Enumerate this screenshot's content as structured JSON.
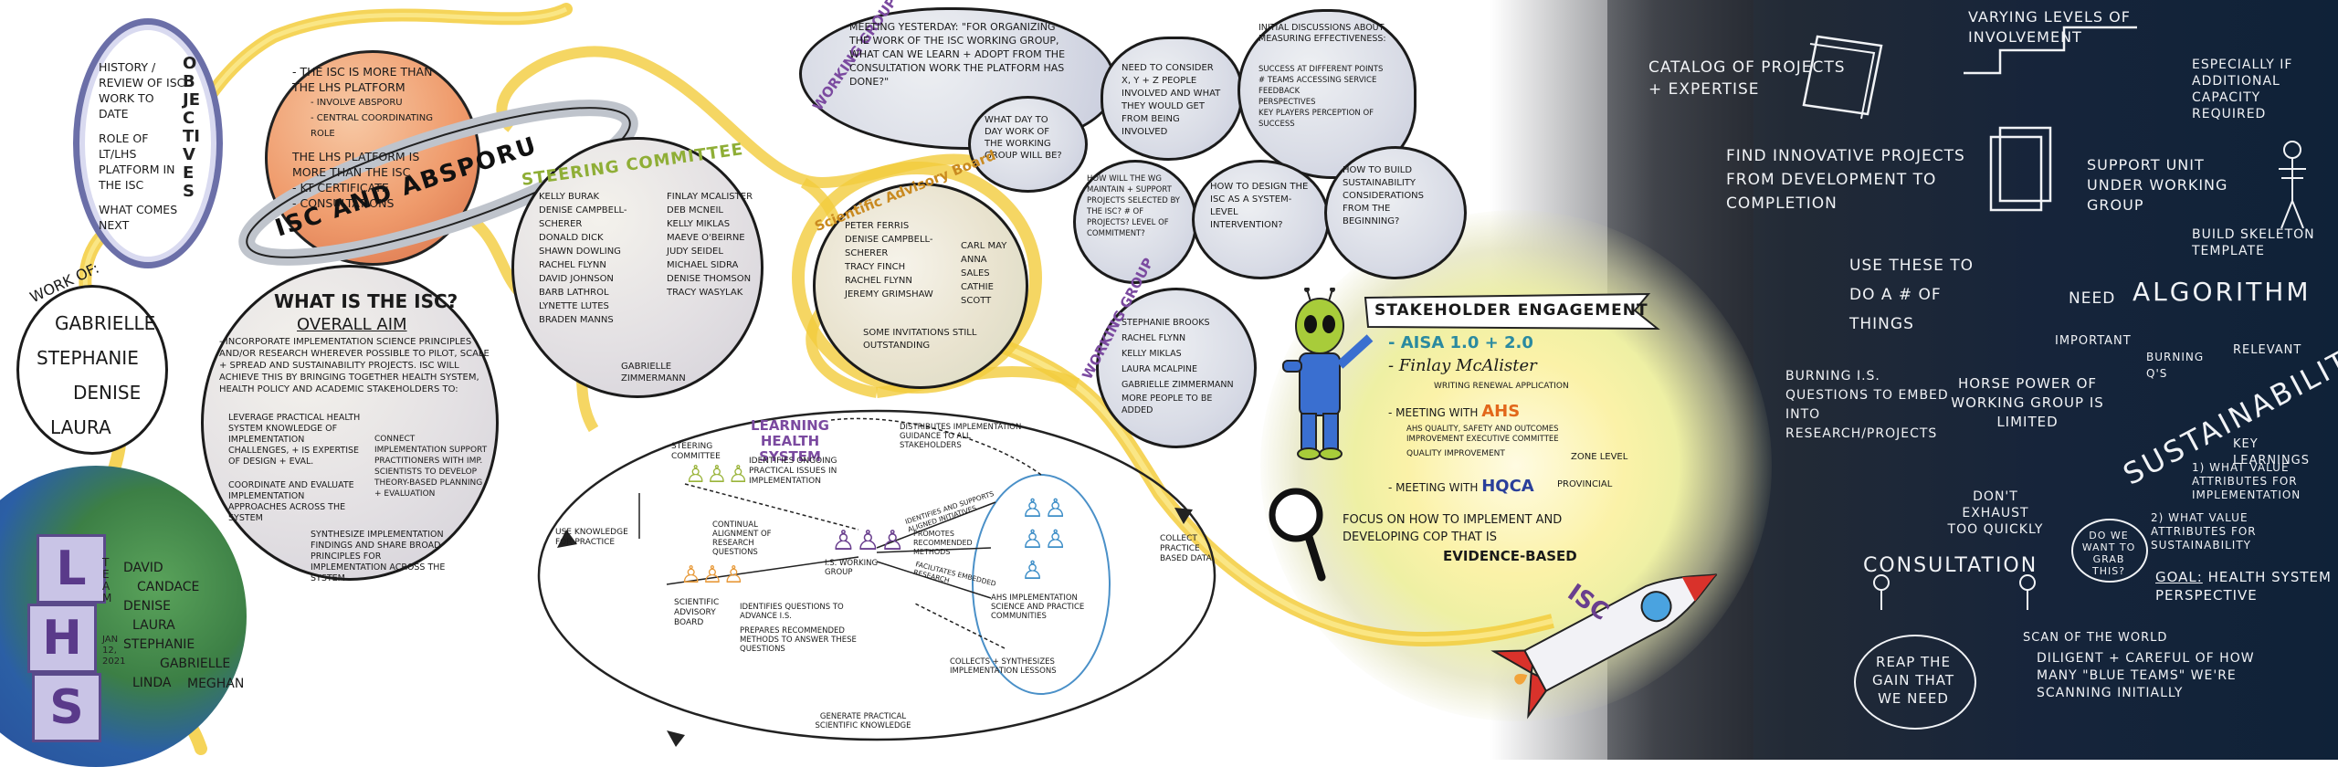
{
  "objectives": {
    "label": "OBJECTIVES",
    "items": [
      "HISTORY / REVIEW OF ISC WORK TO DATE",
      "ROLE OF LT/LHS PLATFORM IN THE ISC",
      "WHAT COMES NEXT"
    ]
  },
  "planet": {
    "ring_text": "ISC AND ABSPORU",
    "lines": [
      "- THE ISC IS MORE THAN THE LHS PLATFORM",
      "- INVOLVE ABSPORU",
      "- CENTRAL COORDINATING ROLE",
      "THE LHS PLATFORM IS MORE THAN THE ISC",
      "- KT CERTIFICATE",
      "- CONSULTATIONS"
    ]
  },
  "work_of": {
    "label": "WORK OF:",
    "names": [
      "GABRIELLE",
      "STEPHANIE",
      "DENISE",
      "LAURA"
    ]
  },
  "lhs_team": {
    "blocks": [
      "L",
      "H",
      "S"
    ],
    "team_label": "TEAM",
    "date": "JAN 12, 2021",
    "names": [
      "DAVID",
      "CANDACE",
      "DENISE",
      "LAURA",
      "STEPHANIE",
      "GABRIELLE",
      "LINDA",
      "MEGHAN"
    ]
  },
  "what_is_isc": {
    "title": "WHAT IS THE ISC?",
    "subtitle": "OVERALL AIM",
    "aim": "- INCORPORATE IMPLEMENTATION SCIENCE PRINCIPLES AND/OR RESEARCH WHEREVER POSSIBLE TO PILOT, SCALE + SPREAD AND SUSTAINABILITY PROJECTS. ISC WILL ACHIEVE THIS BY BRINGING TOGETHER HEALTH SYSTEM, HEALTH POLICY AND ACADEMIC STAKEHOLDERS TO:",
    "left_bullets": [
      "LEVERAGE PRACTICAL HEALTH SYSTEM KNOWLEDGE OF IMPLEMENTATION CHALLENGES, + IS EXPERTISE OF DESIGN + EVAL.",
      "COORDINATE AND EVALUATE IMPLEMENTATION APPROACHES ACROSS THE SYSTEM"
    ],
    "right_bullets": [
      "CONNECT IMPLEMENTATION SUPPORT PRACTITIONERS WITH IMP. SCIENTISTS TO DEVELOP THEORY-BASED PLANNING + EVALUATION"
    ],
    "bottom_bullet": "SYNTHESIZE IMPLEMENTATION FINDINGS AND SHARE BROAD PRINCIPLES FOR IMPLEMENTATION ACROSS THE SYSTEM"
  },
  "steering": {
    "title": "STEERING COMMITTEE",
    "col1": [
      "KELLY BURAK",
      "DENISE CAMPBELL-SCHERER",
      "DONALD DICK",
      "SHAWN DOWLING",
      "RACHEL FLYNN",
      "DAVID JOHNSON",
      "BARB LATHROL",
      "LYNETTE LUTES",
      "BRADEN MANNS"
    ],
    "col2": [
      "FINLAY MCALISTER",
      "DEB MCNEIL",
      "KELLY MIKLAS",
      "MAEVE O'BEIRNE",
      "JUDY SEIDEL",
      "MICHAEL SIDRA",
      "DENISE THOMSON",
      "TRACY WASYLAK"
    ],
    "last": "GABRIELLE ZIMMERMANN"
  },
  "advisory": {
    "title": "Scientific Advisory Board",
    "col1": [
      "PETER FERRIS",
      "DENISE CAMPBELL-SCHERER",
      "TRACY FINCH",
      "RACHEL FLYNN",
      "JEREMY GRIMSHAW"
    ],
    "col2": [
      "CARL MAY",
      "ANNA SALES",
      "CATHIE SCOTT"
    ],
    "note": "SOME INVITATIONS STILL OUTSTANDING"
  },
  "working_group": {
    "title": "WORKING GROUP",
    "members": [
      "STEPHANIE BROOKS",
      "RACHEL FLYNN",
      "KELLY MIKLAS",
      "LAURA MCALPINE",
      "GABRIELLE ZIMMERMANN",
      "MORE PEOPLE TO BE ADDED"
    ]
  },
  "wg_clouds": {
    "title": "WORKING GROUP",
    "meeting": "MEETING YESTERDAY: \"FOR ORGANIZING THE WORK OF THE ISC WORKING GROUP, WHAT CAN WE LEARN + ADOPT FROM THE CONSULTATION WORK THE PLATFORM HAS DONE?\"",
    "consider": "NEED TO CONSIDER X, Y + Z PEOPLE INVOLVED AND WHAT THEY WOULD GET FROM BEING INVOLVED",
    "day": "WHAT DAY TO DAY WORK OF THE WORKING GROUP WILL BE?",
    "measuring_title": "INITIAL DISCUSSIONS ABOUT MEASURING EFFECTIVENESS:",
    "measuring": [
      "SUCCESS AT DIFFERENT POINTS",
      "# TEAMS ACCESSING SERVICE",
      "FEEDBACK",
      "PERSPECTIVES",
      "KEY PLAYERS PERCEPTION OF SUCCESS"
    ],
    "maintain": "HOW WILL THE WG MAINTAIN + SUPPORT PROJECTS SELECTED BY THE ISC? # OF PROJECTS? LEVEL OF COMMITMENT?",
    "design": "HOW TO DESIGN THE ISC AS A SYSTEM-LEVEL INTERVENTION?",
    "sustain": "HOW TO BUILD SUSTAINABILITY CONSIDERATIONS FROM THE BEGINNING?"
  },
  "lhs_diagram": {
    "title": "LEARNING HEALTH SYSTEM",
    "steering": "STEERING COMMITTEE",
    "identifies": "IDENTIFIES ONGOING PRACTICAL ISSUES IN IMPLEMENTATION",
    "continual": "CONTINUAL ALIGNMENT OF RESEARCH QUESTIONS",
    "sab": "SCIENTIFIC ADVISORY BOARD",
    "sab_notes": [
      "IDENTIFIES QUESTIONS TO ADVANCE I.S.",
      "PREPARES RECOMMENDED METHODS TO ANSWER THESE QUESTIONS"
    ],
    "wg": "I.S. WORKING GROUP",
    "distributes": "DISTRIBUTES IMPLEMENTATION GUIDANCE TO ALL STAKEHOLDERS",
    "identifies_supports": "IDENTIFIES AND SUPPORTS ALIGNED INITIATIVES",
    "promotes": "PROMOTES RECOMMENDED METHODS",
    "facilitates": "FACILITATES EMBEDDED RESEARCH",
    "ahs": "AHS IMPLEMENTATION SCIENCE AND PRACTICE COMMUNITIES",
    "collects": "COLLECTS + SYNTHESIZES IMPLEMENTATION LESSONS",
    "use_knowledge": "USE KNOWLEDGE FOR PRACTICE",
    "collect_data": "COLLECT PRACTICE BASED DATA",
    "generate": "GENERATE PRACTICAL SCIENTIFIC KNOWLEDGE"
  },
  "stakeholder": {
    "banner": "STAKEHOLDER ENGAGEMENT",
    "aisa": "- AISA 1.0 + 2.0",
    "finlay": "- Finlay McAlister",
    "writing": "WRITING RENEWAL APPLICATION",
    "meeting_ahs_pre": "- MEETING WITH",
    "ahs": "AHS",
    "ahs_items": [
      "AHS QUALITY, SAFETY AND OUTCOMES IMPROVEMENT EXECUTIVE COMMITTEE",
      "QUALITY IMPROVEMENT"
    ],
    "zone": "ZONE LEVEL",
    "meeting_hqca_pre": "- MEETING WITH",
    "hqca": "HQCA",
    "provincial": "PROVINCIAL",
    "focus": "FOCUS ON HOW TO IMPLEMENT AND DEVELOPING COP THAT IS",
    "evidence": "EVIDENCE-BASED",
    "rocket": "ISC"
  },
  "space": {
    "catalog": "CATALOG OF PROJECTS + EXPERTISE",
    "find": "FIND INNOVATIVE PROJECTS FROM DEVELOPMENT TO COMPLETION",
    "use": "USE THESE TO DO A # OF THINGS",
    "burning": "BURNING I.S. QUESTIONS TO EMBED INTO RESEARCH/PROJECTS",
    "varying": "VARYING LEVELS OF INVOLVEMENT",
    "especially": "ESPECIALLY IF ADDITIONAL CAPACITY REQUIRED",
    "support": "SUPPORT UNIT UNDER WORKING GROUP",
    "skeleton": "BUILD SKELETON TEMPLATE",
    "need": "NEED",
    "algorithm": "ALGORITHM",
    "important": "IMPORTANT",
    "burning_q": "BURNING Q's",
    "relevant": "RELEVANT",
    "horse": "HORSE POWER OF WORKING GROUP IS LIMITED",
    "sustainability": "SUSTAINABILITY",
    "key": "KEY LEARNINGS",
    "learn1": "1) WHAT VALUE ATTRIBUTES FOR IMPLEMENTATION",
    "learn2": "2) WHAT VALUE ATTRIBUTES FOR SUSTAINABILITY",
    "exhaust": "DON'T EXHAUST TOO QUICKLY",
    "consultation": "CONSULTATION",
    "grab": "DO WE WANT TO GRAB THIS?",
    "goal_label": "GOAL:",
    "goal": "HEALTH SYSTEM PERSPECTIVE",
    "reap": "REAP THE GAIN THAT WE NEED",
    "scan": "SCAN OF THE WORLD",
    "diligent": "DILIGENT + CAREFUL OF HOW MANY \"BLUE TEAMS\" WE'RE SCANNING INITIALLY"
  }
}
